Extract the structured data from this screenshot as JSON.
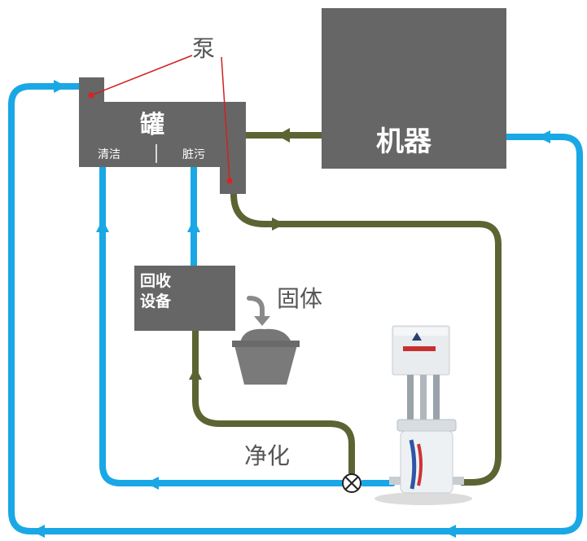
{
  "labels": {
    "pump": "泵",
    "tank": "罐",
    "clean": "清洁",
    "dirty": "脏污",
    "machine": "机器",
    "recovery_line1": "回收",
    "recovery_line2": "设备",
    "solids": "固体",
    "purify": "净化"
  },
  "colors": {
    "clean_pipe": "#1aa7e6",
    "dirty_pipe": "#5c6433",
    "box": "#666666",
    "pump_marker": "#e02020",
    "label_text": "#555555"
  },
  "icons": [
    "solids-bin-icon",
    "valve-icon",
    "separator-unit-icon"
  ]
}
